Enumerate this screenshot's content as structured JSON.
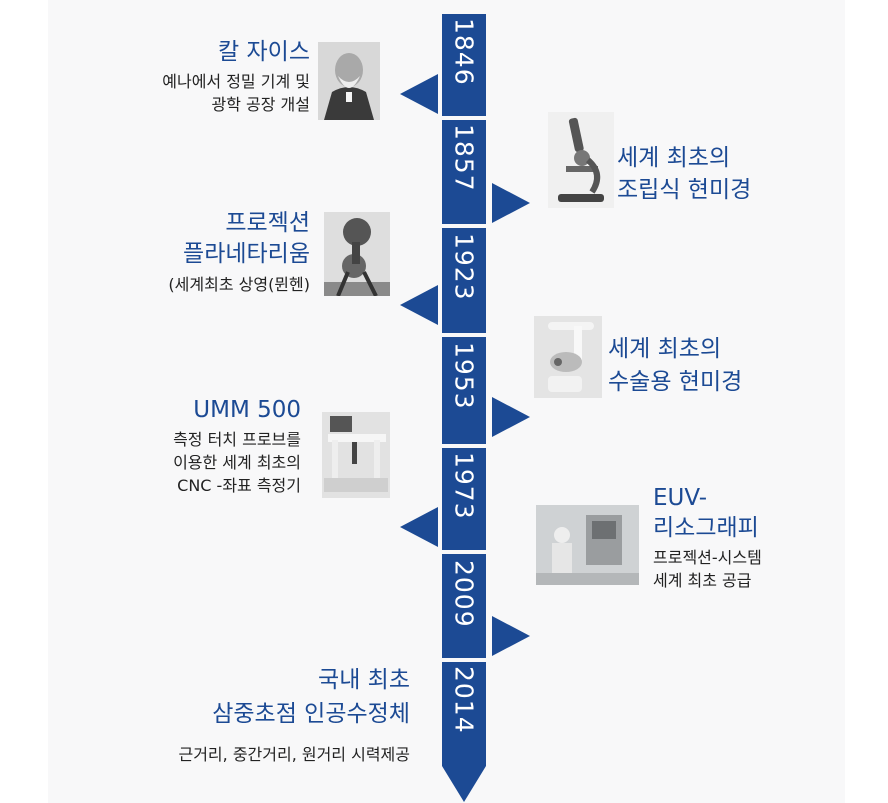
{
  "years": [
    "1846",
    "1857",
    "1923",
    "1953",
    "1973",
    "2009",
    "2014"
  ],
  "events": {
    "e1846": {
      "title": "칼 자이스",
      "desc": [
        "예나에서 정밀 기계 및",
        "광학 공장 개설"
      ]
    },
    "e1857": {
      "title": [
        "세계 최초의",
        "조립식 현미경"
      ]
    },
    "e1923": {
      "title": [
        "프로젝션",
        "플라네타리움"
      ],
      "desc": [
        "(세계최초 상영(뮌헨)"
      ]
    },
    "e1953": {
      "title": [
        "세계 최초의",
        "수술용 현미경"
      ]
    },
    "e1973": {
      "title": "UMM 500",
      "desc": [
        "측정 터치 프로브를",
        "이용한 세계 최초의",
        "CNC -좌표 측정기"
      ]
    },
    "e2009": {
      "title": [
        "EUV-",
        "리소그래피"
      ],
      "desc": [
        "프로젝션-시스템",
        "세계 최초 공급"
      ]
    },
    "e2014": {
      "title": [
        "국내 최초",
        "삼중초점 인공수정체"
      ],
      "desc": [
        "근거리, 중간거리, 원거리 시력제공"
      ]
    }
  },
  "colors": {
    "accent": "#1c4a94",
    "text": "#222222",
    "panel": "#f8f8f9"
  }
}
